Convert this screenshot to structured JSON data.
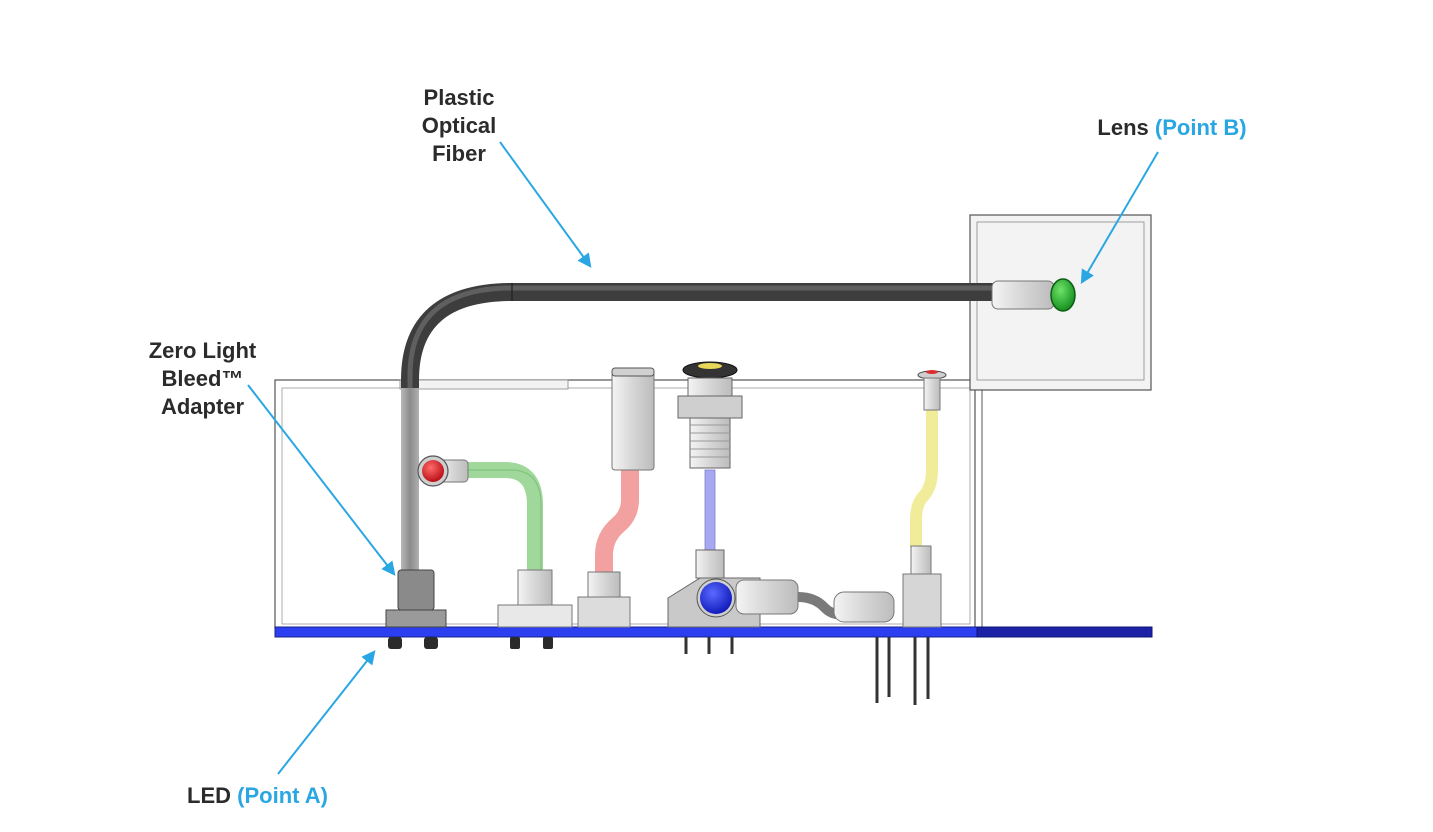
{
  "labels": {
    "plastic_optical_fiber": [
      "Plastic",
      "Optical",
      "Fiber"
    ],
    "zero_light_bleed": [
      "Zero Light",
      "Bleed™",
      "Adapter"
    ],
    "lens": {
      "text": "Lens",
      "highlight": "(Point B)"
    },
    "led": {
      "text": "LED",
      "highlight": "(Point A)"
    }
  },
  "colors": {
    "callout_arrow": "#2aa7e3",
    "label_text": "#2b2b2b",
    "highlight_text": "#2aa7e3",
    "pcb": "#2b3ef0",
    "fiber_dark": "#4a4a4a",
    "lens_green": "#1fb02b",
    "indicator_red": "#e0141e",
    "indicator_blue": "#1a2bf0",
    "pipe_green": "#9fd89a",
    "pipe_red": "#f2a0a0",
    "pipe_blue": "#a8a8f0",
    "pipe_yellow": "#f0ec9a"
  }
}
